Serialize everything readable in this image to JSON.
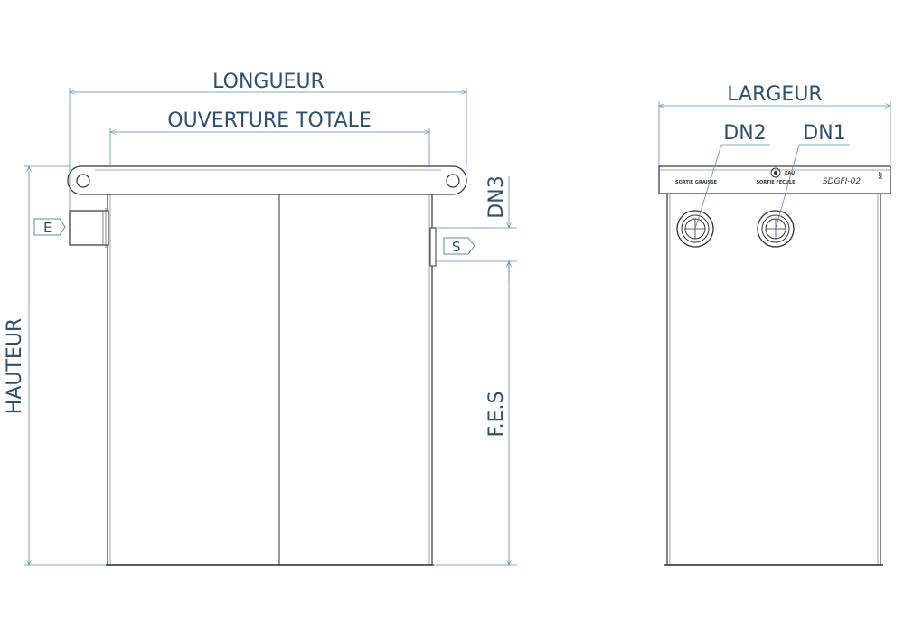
{
  "colors": {
    "dimension": "#5a8db3",
    "label": "#2f5070",
    "outline": "#333333"
  },
  "front_view": {
    "length_label": "LONGUEUR",
    "opening_label": "OUVERTURE TOTALE",
    "height_label": "HAUTEUR",
    "dn3_label": "DN3",
    "fes_label": "F.E.S",
    "inlet_tag": "E",
    "outlet_tag": "S"
  },
  "side_view": {
    "width_label": "LARGEUR",
    "dn2_label": "DN2",
    "dn1_label": "DN1",
    "model_code": "SDGFI-02",
    "plate_eau": "EAU",
    "plate_left": "SORTIE GRAISSE",
    "plate_right": "SORTIE FECULE",
    "brand_mark": "MF"
  }
}
